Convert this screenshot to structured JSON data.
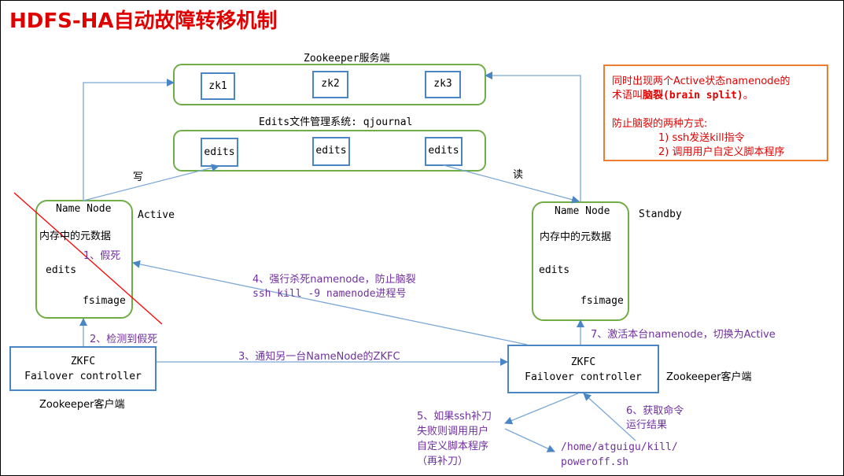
{
  "title": "HDFS-HA自动故障转移机制",
  "zookeeper": {
    "label": "Zookeeper服务端",
    "nodes": [
      "zk1",
      "zk2",
      "zk3"
    ]
  },
  "qjournal": {
    "label": "Edits文件管理系统: qjournal",
    "nodes": [
      "edits",
      "edits",
      "edits"
    ]
  },
  "active_nn": {
    "name": "Name Node",
    "state": "Active",
    "metadata": "内存中的元数据",
    "edits": "edits",
    "fsimage": "fsimage",
    "fake_dead": "1、假死"
  },
  "standby_nn": {
    "name": "Name Node",
    "state": "Standby",
    "metadata": "内存中的元数据",
    "edits": "edits",
    "fsimage": "fsimage"
  },
  "left_zkfc": {
    "line1": "ZKFC",
    "line2": "Failover controller",
    "client_label": "Zookeeper客户端"
  },
  "right_zkfc": {
    "line1": "ZKFC",
    "line2": "Failover controller",
    "client_label": "Zookeeper客户端"
  },
  "labels": {
    "write": "写",
    "read": "读",
    "step2": "2、检测到假死",
    "step3": "3、通知另一台NameNode的ZKFC",
    "step4_line1": "4、强行杀死namenode，防止脑裂",
    "step4_line2": "ssh kill -9 namenode进程号",
    "step5_line1": "5、如果ssh补刀",
    "step5_line2": "失败则调用用户",
    "step5_line3": "自定义脚本程序",
    "step5_line4": "（再补刀）",
    "step6_line1": "6、获取命令",
    "step6_line2": "运行结果",
    "step7": "7、激活本台namenode，切换为Active",
    "script_path_line1": "/home/atguigu/kill/",
    "script_path_line2": "poweroff.sh"
  },
  "note": {
    "line1": "同时出现两个Active状态namenode的",
    "line2_prefix": "术语叫",
    "line2_bold": "脑裂(brain split)",
    "line2_suffix": "。",
    "line3": "防止脑裂的两种方式:",
    "line4": "1) ssh发送kill指令",
    "line5": "2) 调用用户自定义脚本程序"
  },
  "colors": {
    "title": "#e00000",
    "group_border": "#70ad47",
    "box_border": "#4a86c5",
    "arrow": "#7aa7d6",
    "step_text": "#7030a0",
    "note_border": "#ed7d31",
    "note_text": "#e00000",
    "cross": "#ff0000"
  }
}
